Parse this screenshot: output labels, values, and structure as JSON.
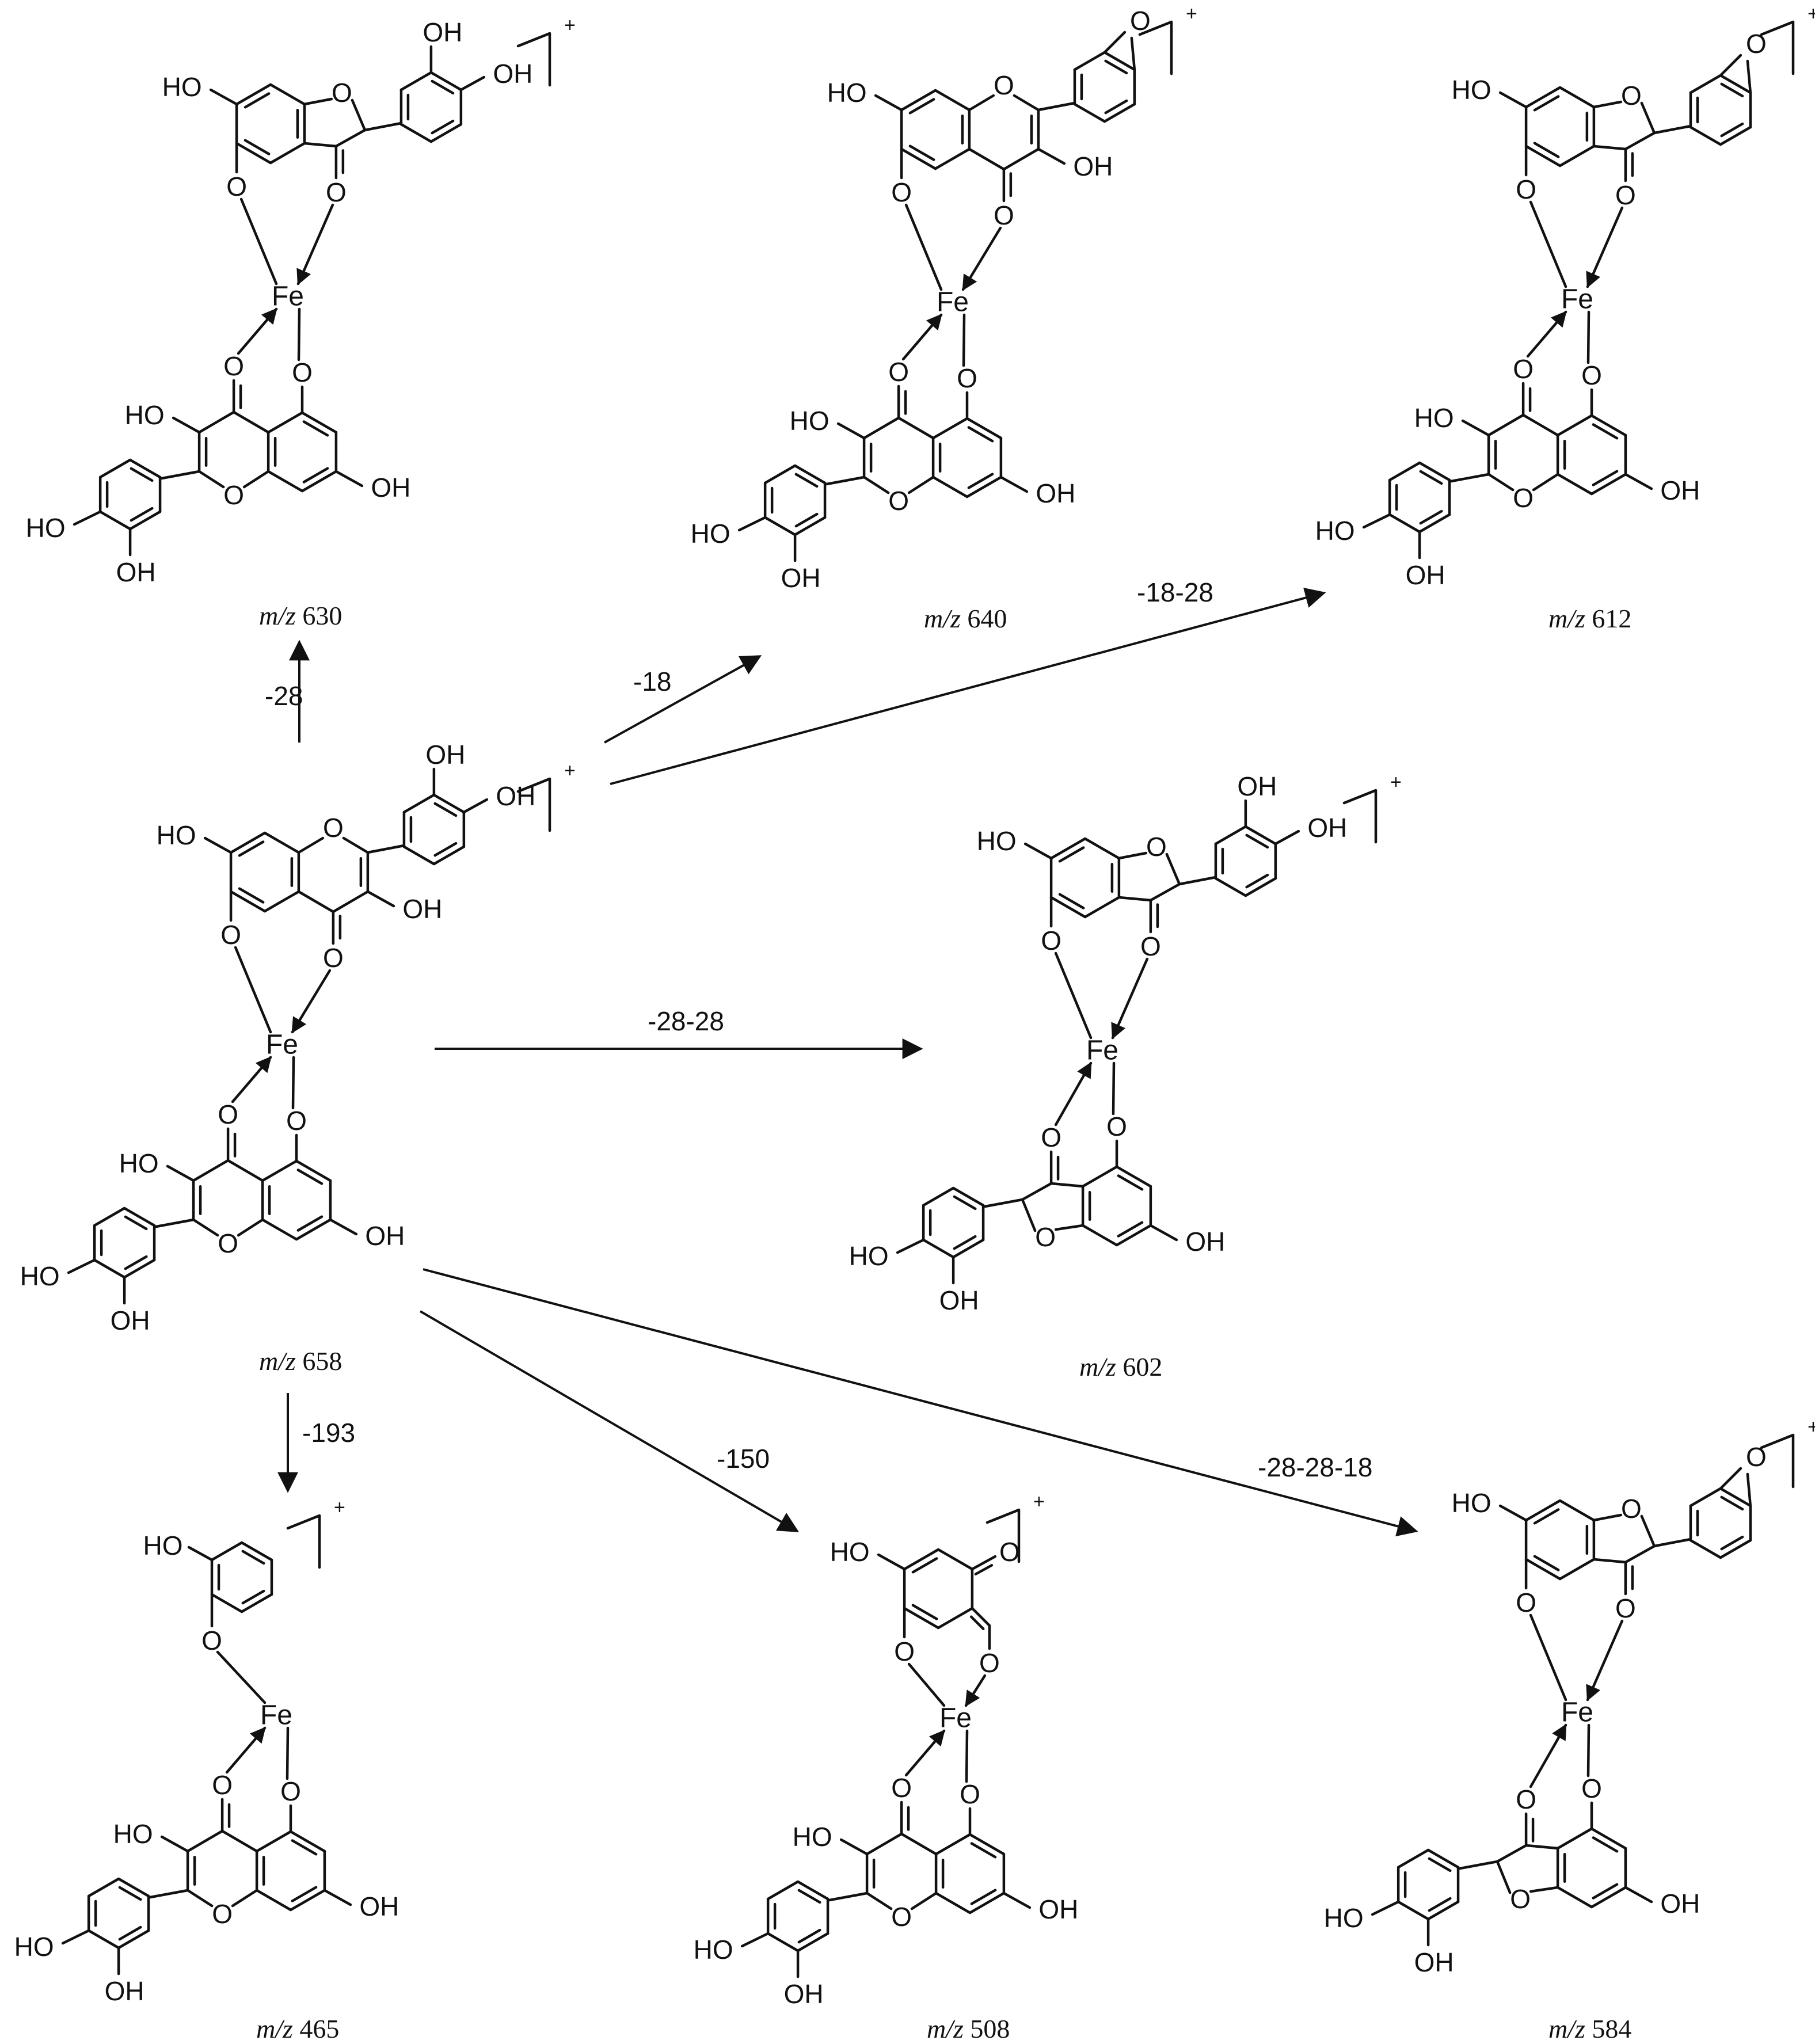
{
  "labels": {
    "m630": {
      "prefix": "m/z",
      "value": "630"
    },
    "m640": {
      "prefix": "m/z",
      "value": "640"
    },
    "m612": {
      "prefix": "m/z",
      "value": "612"
    },
    "m658": {
      "prefix": "m/z",
      "value": "658"
    },
    "m602": {
      "prefix": "m/z",
      "value": "602"
    },
    "m465": {
      "prefix": "m/z",
      "value": "465"
    },
    "m508": {
      "prefix": "m/z",
      "value": "508"
    },
    "m584": {
      "prefix": "m/z",
      "value": "584"
    }
  },
  "losses": {
    "to630": "-28",
    "to640": "-18",
    "to612": "-18-28",
    "to602": "-28-28",
    "to465": "-193",
    "to508": "-150",
    "to584": "-28-28-18"
  },
  "atoms": {
    "OH": "OH",
    "HO": "HO",
    "O": "O",
    "Fe": "Fe",
    "plus": "+"
  }
}
